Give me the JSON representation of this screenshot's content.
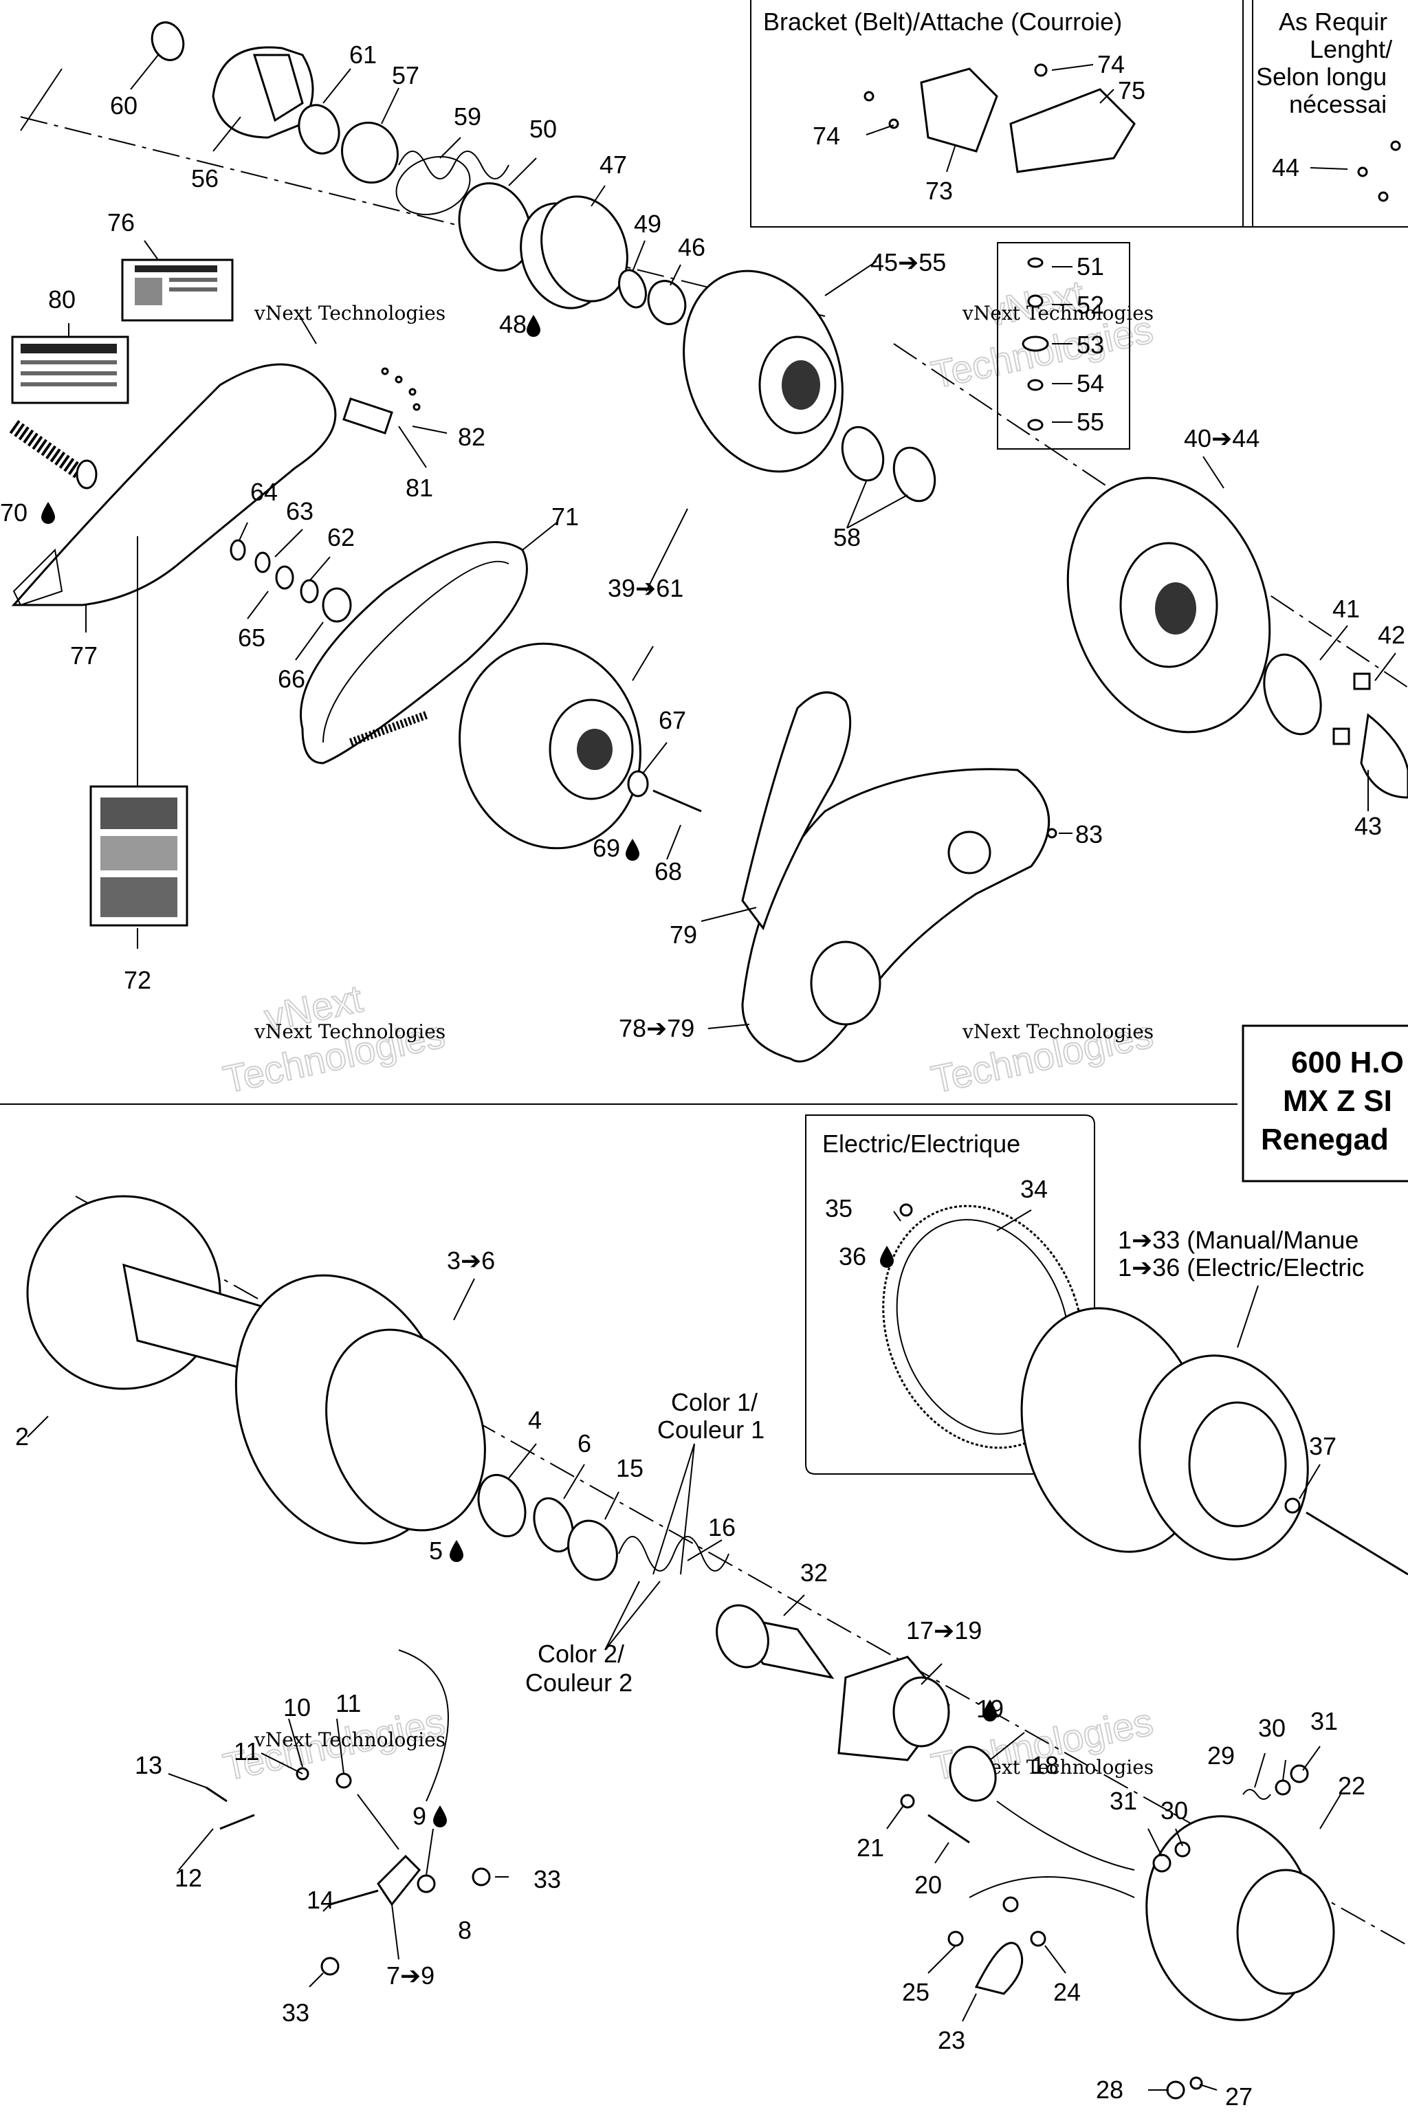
{
  "boxes": {
    "bracket_title": "Bracket (Belt)/Attache (Courroie)",
    "as_required": [
      "As Requir",
      "Lenght/",
      "Selon longu",
      "nécessai"
    ],
    "electric_title": "Electric/Electrique",
    "model_block": [
      "600 H.O",
      "MX Z SI",
      "Renegad"
    ]
  },
  "notes": {
    "manual": "1➔33 (Manual/Manue",
    "electric": "1➔36 (Electric/Electric",
    "color1": [
      "Color 1/",
      "Couleur 1"
    ],
    "color2": [
      "Color 2/",
      "Couleur 2"
    ]
  },
  "watermark": [
    "vNext Technologies",
    "Technologies",
    "vNext"
  ],
  "labels": {
    "l60": "60",
    "l61": "61",
    "l57": "57",
    "l59": "59",
    "l50": "50",
    "l56": "56",
    "l47": "47",
    "l49": "49",
    "l46": "46",
    "l48": "48",
    "l45_55": "45➔55",
    "l51": "51",
    "l52": "52",
    "l53": "53",
    "l54": "54",
    "l55": "55",
    "l74a": "74",
    "l75": "75",
    "l74b": "74",
    "l73": "73",
    "l44": "44",
    "l76": "76",
    "l80": "80",
    "l82": "82",
    "l81": "81",
    "l70": "70",
    "l64": "64",
    "l63": "63",
    "l62": "62",
    "l65": "65",
    "l66": "66",
    "l77": "77",
    "l71": "71",
    "l39_61": "39➔61",
    "l58": "58",
    "l40_44": "40➔44",
    "l41": "41",
    "l42": "42",
    "l43": "43",
    "l67": "67",
    "l69": "69",
    "l68": "68",
    "l83": "83",
    "l79": "79",
    "l78_79": "78➔79",
    "l72": "72",
    "l35": "35",
    "l34": "34",
    "l36": "36",
    "l3_6": "3➔6",
    "l2": "2",
    "l4": "4",
    "l6": "6",
    "l15": "15",
    "l16": "16",
    "l5": "5",
    "l32": "32",
    "l37": "37",
    "l17_19": "17➔19",
    "l19": "19",
    "l18": "18",
    "l10": "10",
    "l11a": "11",
    "l11b": "11",
    "l13": "13",
    "l12": "12",
    "l9": "9",
    "l33a": "33",
    "l8": "8",
    "l14": "14",
    "l7_9": "7➔9",
    "l33b": "33",
    "l21": "21",
    "l20": "20",
    "l30a": "30",
    "l31a": "31",
    "l29": "29",
    "l22": "22",
    "l31b": "31",
    "l30b": "30",
    "l25": "25",
    "l24": "24",
    "l23": "23",
    "l28": "28",
    "l27": "27"
  }
}
